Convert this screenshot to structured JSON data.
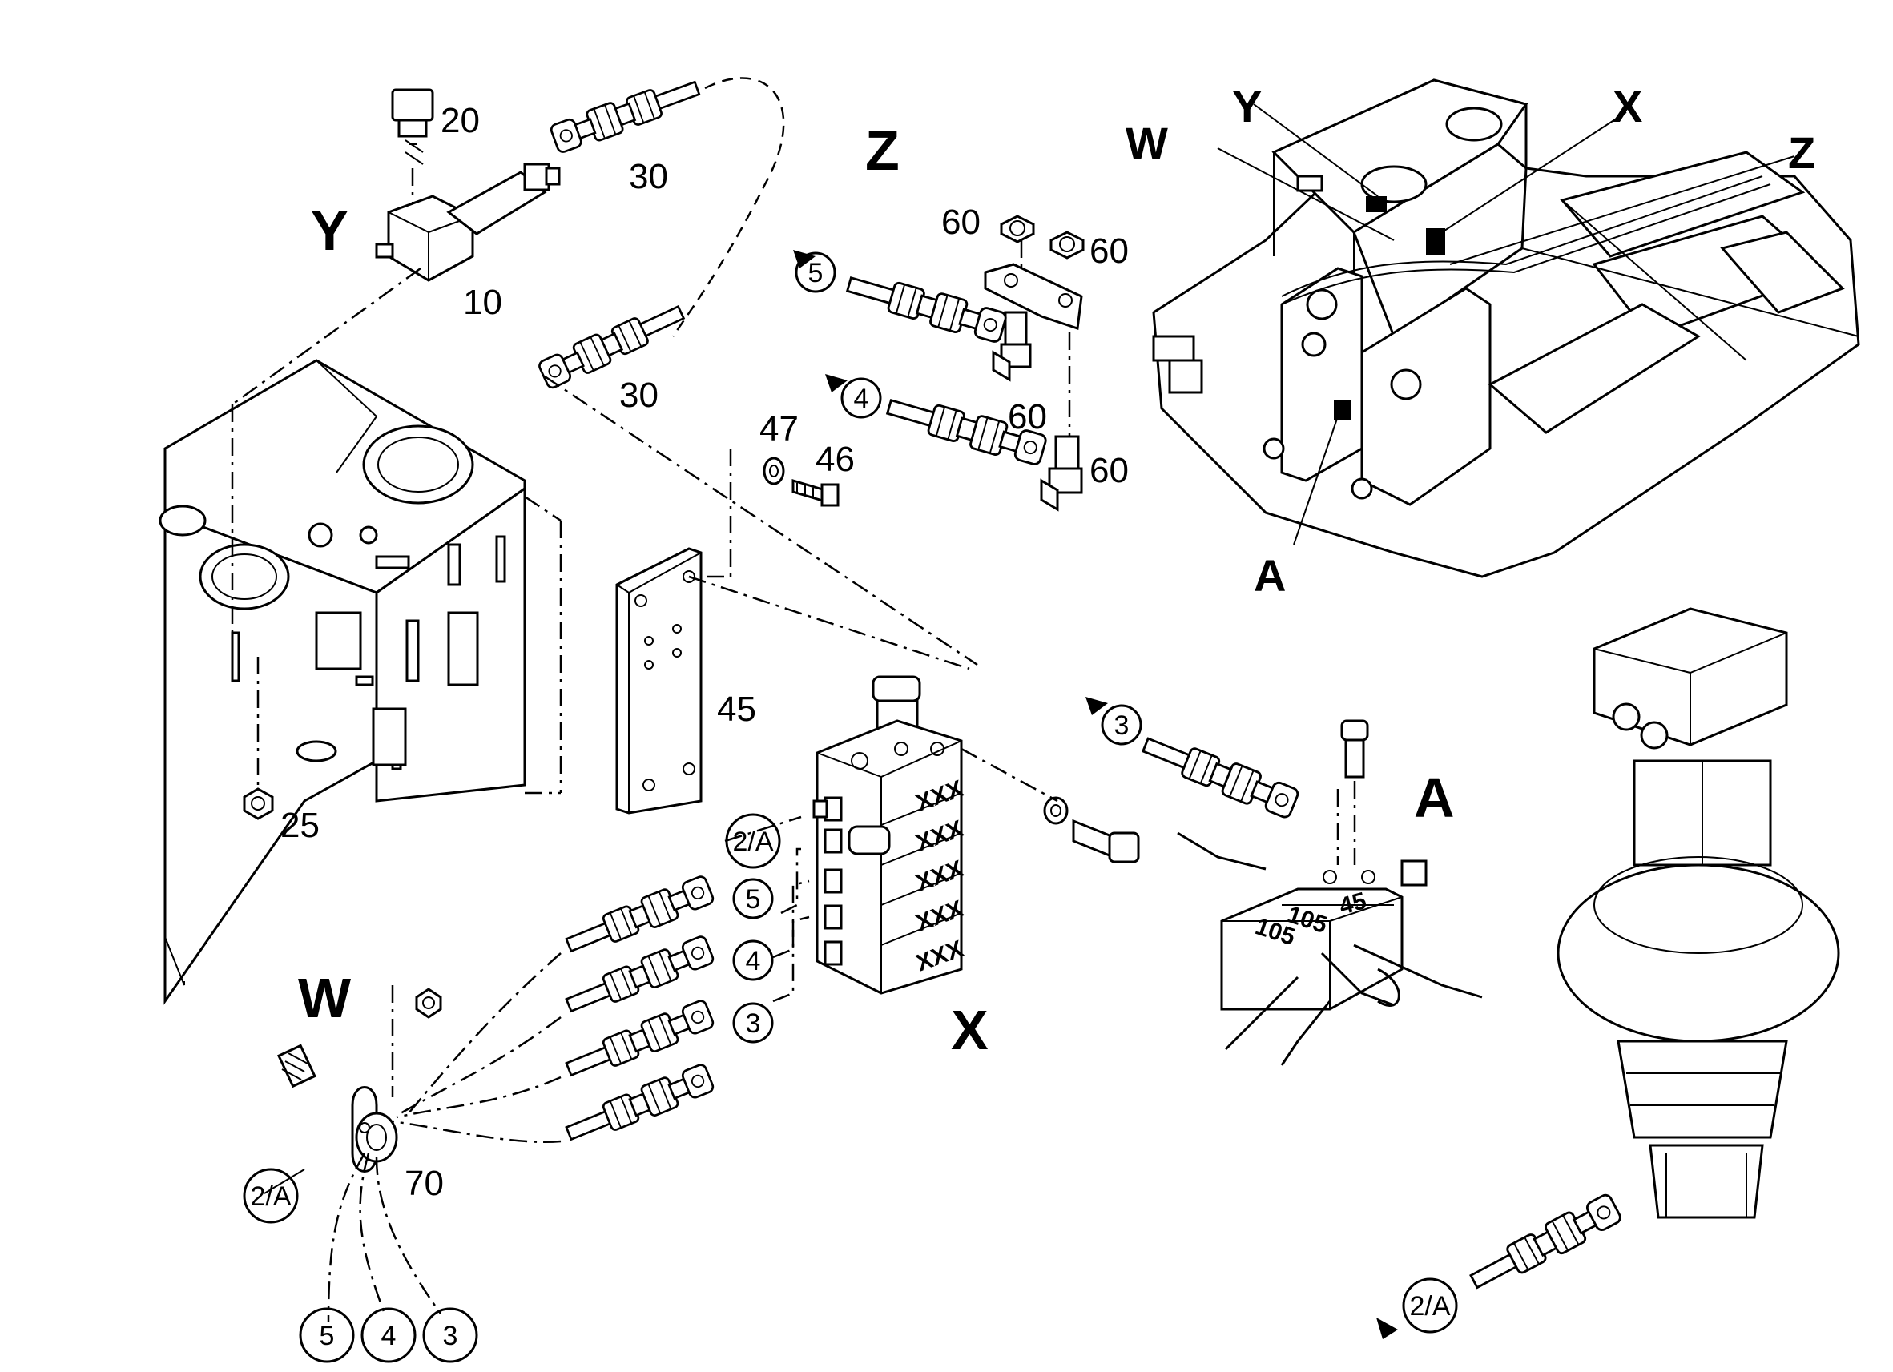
{
  "part_numbers": {
    "n10": "10",
    "n20": "20",
    "n25": "25",
    "n30a": "30",
    "n30b": "30",
    "n45": "45",
    "n46": "46",
    "n47": "47",
    "n60a": "60",
    "n60b": "60",
    "n60c": "60",
    "n60d": "60",
    "n70": "70"
  },
  "view_labels": {
    "Y": "Y",
    "Z": "Z",
    "X": "X",
    "W": "W",
    "A": "A",
    "ovW": "W",
    "ovY": "Y",
    "ovX": "X",
    "ovZ": "Z",
    "ovA": "A"
  },
  "circle_refs": {
    "c5_top": "5",
    "c4_top": "4",
    "c3_right": "3",
    "c2A_x": "2/A",
    "c5_x": "5",
    "c4_x": "4",
    "c3_x": "3",
    "c2A_w": "2/A",
    "c5_bot": "5",
    "c4_bot": "4",
    "c3_bot": "3",
    "c2A_motor": "2/A"
  },
  "block_markings": {
    "xxx1": "XXX",
    "xxx2": "XXX",
    "xxx3": "XXX",
    "xxx4": "XXX",
    "xxx5": "XXX",
    "a45": "45",
    "a105a": "105",
    "a105b": "105"
  }
}
